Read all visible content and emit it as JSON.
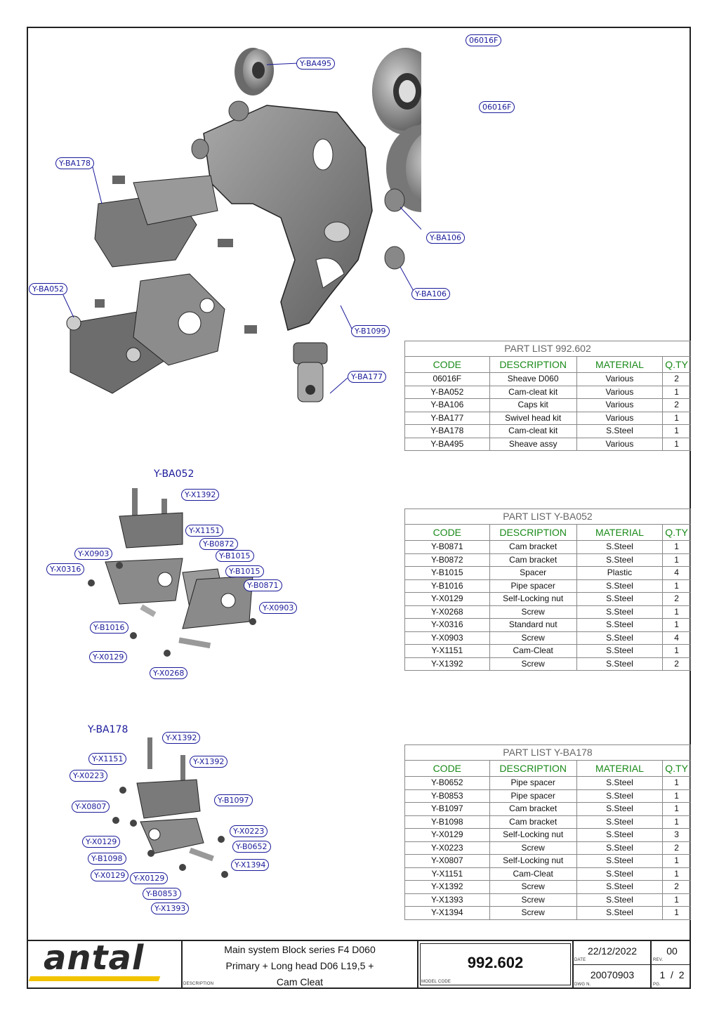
{
  "main_callouts": [
    "06016F",
    "06016F",
    "Y-BA495",
    "Y-BA178",
    "Y-BA106",
    "Y-BA106",
    "Y-BA052",
    "Y-B1099",
    "Y-BA177"
  ],
  "ba052_title": "Y-BA052",
  "ba052_callouts": [
    "Y-X1392",
    "Y-X1151",
    "Y-B0872",
    "Y-X0903",
    "Y-X0316",
    "Y-B1015",
    "Y-B1015",
    "Y-B0871",
    "Y-X0903",
    "Y-B1016",
    "Y-X0129",
    "Y-X0268"
  ],
  "ba178_title": "Y-BA178",
  "ba178_callouts": [
    "Y-X1392",
    "Y-X1151",
    "Y-X1392",
    "Y-X0223",
    "Y-B1097",
    "Y-X0807",
    "Y-X0223",
    "Y-X0129",
    "Y-B0652",
    "Y-B1098",
    "Y-X1394",
    "Y-X0129",
    "Y-X0129",
    "Y-B0853",
    "Y-X1393"
  ],
  "tables": [
    {
      "title": "PART LIST 992.602",
      "headers": [
        "CODE",
        "DESCRIPTION",
        "MATERIAL",
        "Q.TY"
      ],
      "rows": [
        [
          "06016F",
          "Sheave D060",
          "Various",
          "2"
        ],
        [
          "Y-BA052",
          "Cam-cleat kit",
          "Various",
          "1"
        ],
        [
          "Y-BA106",
          "Caps kit",
          "Various",
          "2"
        ],
        [
          "Y-BA177",
          "Swivel head kit",
          "Various",
          "1"
        ],
        [
          "Y-BA178",
          "Cam-cleat kit",
          "S.Steel",
          "1"
        ],
        [
          "Y-BA495",
          "Sheave assy",
          "Various",
          "1"
        ]
      ]
    },
    {
      "title": "PART LIST Y-BA052",
      "headers": [
        "CODE",
        "DESCRIPTION",
        "MATERIAL",
        "Q.TY"
      ],
      "rows": [
        [
          "Y-B0871",
          "Cam bracket",
          "S.Steel",
          "1"
        ],
        [
          "Y-B0872",
          "Cam bracket",
          "S.Steel",
          "1"
        ],
        [
          "Y-B1015",
          "Spacer",
          "Plastic",
          "4"
        ],
        [
          "Y-B1016",
          "Pipe spacer",
          "S.Steel",
          "1"
        ],
        [
          "Y-X0129",
          "Self-Locking nut",
          "S.Steel",
          "2"
        ],
        [
          "Y-X0268",
          "Screw",
          "S.Steel",
          "1"
        ],
        [
          "Y-X0316",
          "Standard nut",
          "S.Steel",
          "1"
        ],
        [
          "Y-X0903",
          "Screw",
          "S.Steel",
          "4"
        ],
        [
          "Y-X1151",
          "Cam-Cleat",
          "S.Steel",
          "1"
        ],
        [
          "Y-X1392",
          "Screw",
          "S.Steel",
          "2"
        ]
      ]
    },
    {
      "title": "PART LIST Y-BA178",
      "headers": [
        "CODE",
        "DESCRIPTION",
        "MATERIAL",
        "Q.TY"
      ],
      "rows": [
        [
          "Y-B0652",
          "Pipe spacer",
          "S.Steel",
          "1"
        ],
        [
          "Y-B0853",
          "Pipe spacer",
          "S.Steel",
          "1"
        ],
        [
          "Y-B1097",
          "Cam bracket",
          "S.Steel",
          "1"
        ],
        [
          "Y-B1098",
          "Cam bracket",
          "S.Steel",
          "1"
        ],
        [
          "Y-X0129",
          "Self-Locking nut",
          "S.Steel",
          "3"
        ],
        [
          "Y-X0223",
          "Screw",
          "S.Steel",
          "2"
        ],
        [
          "Y-X0807",
          "Self-Locking nut",
          "S.Steel",
          "1"
        ],
        [
          "Y-X1151",
          "Cam-Cleat",
          "S.Steel",
          "1"
        ],
        [
          "Y-X1392",
          "Screw",
          "S.Steel",
          "2"
        ],
        [
          "Y-X1393",
          "Screw",
          "S.Steel",
          "1"
        ],
        [
          "Y-X1394",
          "Screw",
          "S.Steel",
          "1"
        ]
      ]
    }
  ],
  "title_block": {
    "logo": "antal",
    "description_lines": [
      "Main system Block series F4  D060",
      "Primary + Long head D06 L19,5 +",
      "Cam Cleat"
    ],
    "description_label": "DESCRIPTION",
    "model_code": "992.602",
    "model_code_label": "MODEL CODE",
    "date": "22/12/2022",
    "date_label": "DATE",
    "dwg_no": "20070903",
    "dwg_label": "DWG N.",
    "rev": "00",
    "rev_label": "REV.",
    "page": "1  /  2",
    "page_label": "PG."
  },
  "colors": {
    "callout": "#1a1a9a",
    "header": "#1a8a1a",
    "logo_bar": "#f2c400"
  }
}
